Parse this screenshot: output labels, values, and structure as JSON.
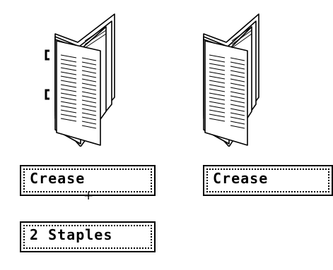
{
  "options": [
    {
      "id": "crease-2-staples",
      "illustration_icon": "booklet-stapled-icon",
      "buttons": [
        {
          "label": "Crease"
        },
        {
          "label": "2 Staples"
        }
      ],
      "connector": "+"
    },
    {
      "id": "crease-only",
      "illustration_icon": "booklet-folded-icon",
      "buttons": [
        {
          "label": "Crease"
        }
      ]
    }
  ],
  "colors": {
    "ink": "#000000",
    "background": "#ffffff"
  }
}
